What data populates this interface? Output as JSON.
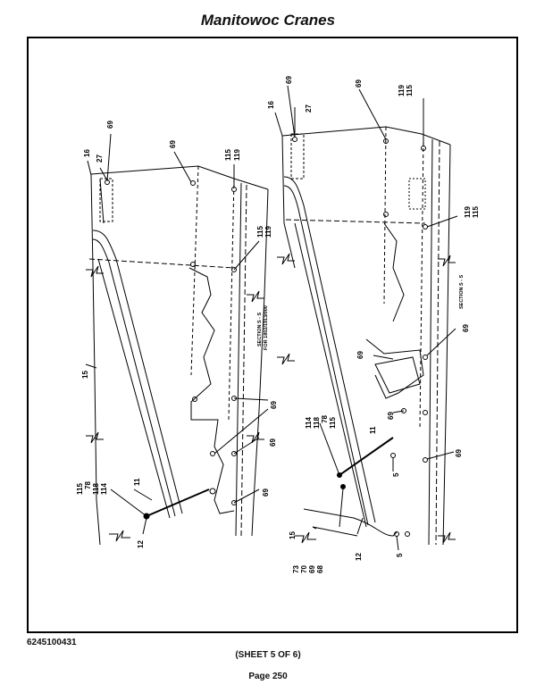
{
  "header": {
    "title": "Manitowoc Cranes"
  },
  "footer": {
    "doc_number": "6245100431",
    "sheet": "(SHEET 5 OF 6)",
    "page": "Page 250"
  },
  "drawing": {
    "left": {
      "section_label": "SECTION S - S",
      "section_sub": "FOR 1802/1913/000",
      "callouts": {
        "c16": "16",
        "c27": "27",
        "c69a": "69",
        "c69b": "69",
        "c115a": "115",
        "c119a": "119",
        "c115b": "115",
        "c119b": "119",
        "c15": "15",
        "c69c": "69",
        "c69d": "69",
        "c69e": "69",
        "c115c": "115",
        "c78": "78",
        "c118": "118",
        "c114": "114",
        "c11": "11",
        "c12": "12"
      }
    },
    "right": {
      "section_label": "SECTION S - S",
      "callouts": {
        "c16": "16",
        "c27": "27",
        "c69a": "69",
        "c69b": "69",
        "c119a": "119",
        "c115a": "115",
        "c119b": "119",
        "c115b": "115",
        "c69c": "69",
        "c69d": "69",
        "c69e": "69",
        "c69f": "69",
        "c114": "114",
        "c118": "118",
        "c78": "78",
        "c115c": "115",
        "c11": "11",
        "c15": "15",
        "c5a": "5",
        "c5b": "5",
        "c12": "12",
        "c73": "73",
        "c70": "70",
        "c69g": "69",
        "c68": "68"
      }
    }
  }
}
